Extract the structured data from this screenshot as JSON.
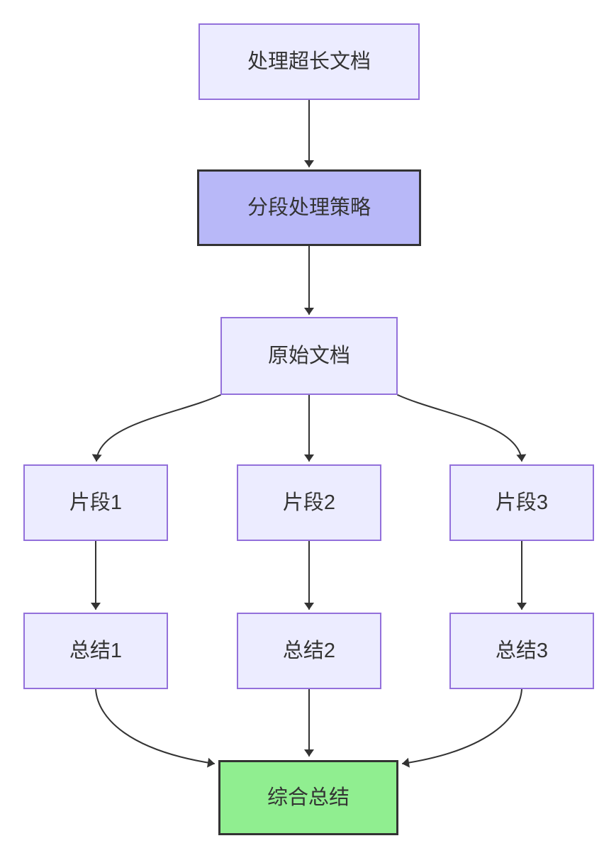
{
  "diagram": {
    "type": "flowchart",
    "direction": "top-down",
    "nodes": [
      {
        "id": "A",
        "label": "处理超长文档",
        "style": "default"
      },
      {
        "id": "B",
        "label": "分段处理策略",
        "style": "strategy"
      },
      {
        "id": "C",
        "label": "原始文档",
        "style": "default"
      },
      {
        "id": "D1",
        "label": "片段1",
        "style": "default"
      },
      {
        "id": "D2",
        "label": "片段2",
        "style": "default"
      },
      {
        "id": "D3",
        "label": "片段3",
        "style": "default"
      },
      {
        "id": "E1",
        "label": "总结1",
        "style": "default"
      },
      {
        "id": "E2",
        "label": "总结2",
        "style": "default"
      },
      {
        "id": "E3",
        "label": "总结3",
        "style": "default"
      },
      {
        "id": "F",
        "label": "综合总结",
        "style": "result"
      }
    ],
    "edges": [
      {
        "from": "A",
        "to": "B"
      },
      {
        "from": "B",
        "to": "C"
      },
      {
        "from": "C",
        "to": "D1"
      },
      {
        "from": "C",
        "to": "D2"
      },
      {
        "from": "C",
        "to": "D3"
      },
      {
        "from": "D1",
        "to": "E1"
      },
      {
        "from": "D2",
        "to": "E2"
      },
      {
        "from": "D3",
        "to": "E3"
      },
      {
        "from": "E1",
        "to": "F"
      },
      {
        "from": "E2",
        "to": "F"
      },
      {
        "from": "E3",
        "to": "F"
      }
    ],
    "colors": {
      "background": "#ffffff",
      "node_fill": "#ececff",
      "node_border": "#9370db",
      "strategy_fill": "#b8b8f8",
      "strategy_border": "#333333",
      "result_fill": "#90ee90",
      "result_border": "#333333",
      "edge": "#333333",
      "text": "#333333"
    }
  }
}
